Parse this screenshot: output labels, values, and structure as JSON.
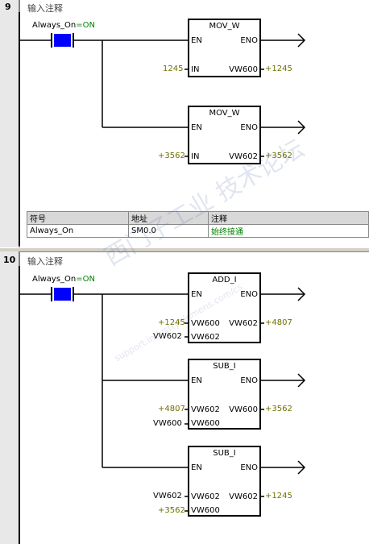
{
  "network9": {
    "number": "9",
    "comment": "输入注释",
    "contact": {
      "name": "Always_On",
      "state": "=ON"
    },
    "box1": {
      "title": "MOV_W",
      "en": "EN",
      "eno": "ENO",
      "in_pin": "IN",
      "in_val": "1245",
      "out_pin": "VW600",
      "out_val": "+1245"
    },
    "box2": {
      "title": "MOV_W",
      "en": "EN",
      "eno": "ENO",
      "in_pin": "IN",
      "in_val": "+3562",
      "out_pin": "VW602",
      "out_val": "+3562"
    },
    "table": {
      "headers": [
        "符号",
        "地址",
        "注释"
      ],
      "row": [
        "Always_On",
        "SM0.0",
        "始终接通"
      ]
    }
  },
  "network10": {
    "number": "10",
    "comment": "输入注释",
    "contact": {
      "name": "Always_On",
      "state": "=ON"
    },
    "box1": {
      "title": "ADD_I",
      "en": "EN",
      "eno": "ENO",
      "in1_val": "+1245",
      "in1_pin": "VW600",
      "in2_val": "VW602",
      "in2_pin": "VW602",
      "out_pin": "VW602",
      "out_val": "+4807"
    },
    "box2": {
      "title": "SUB_I",
      "en": "EN",
      "eno": "ENO",
      "in1_val": "+4807",
      "in1_pin": "VW602",
      "in2_val": "VW600",
      "in2_pin": "VW600",
      "out_pin": "VW600",
      "out_val": "+3562"
    },
    "box3": {
      "title": "SUB_I",
      "en": "EN",
      "eno": "ENO",
      "in1_val": "VW602",
      "in1_pin": "VW602",
      "in2_val": "+3562",
      "in2_pin": "VW600",
      "out_pin": "VW602",
      "out_val": "+1245"
    }
  },
  "watermark": {
    "main": "西门子工业 技术论坛",
    "sub": "support.industry.siemens.com/cs"
  }
}
